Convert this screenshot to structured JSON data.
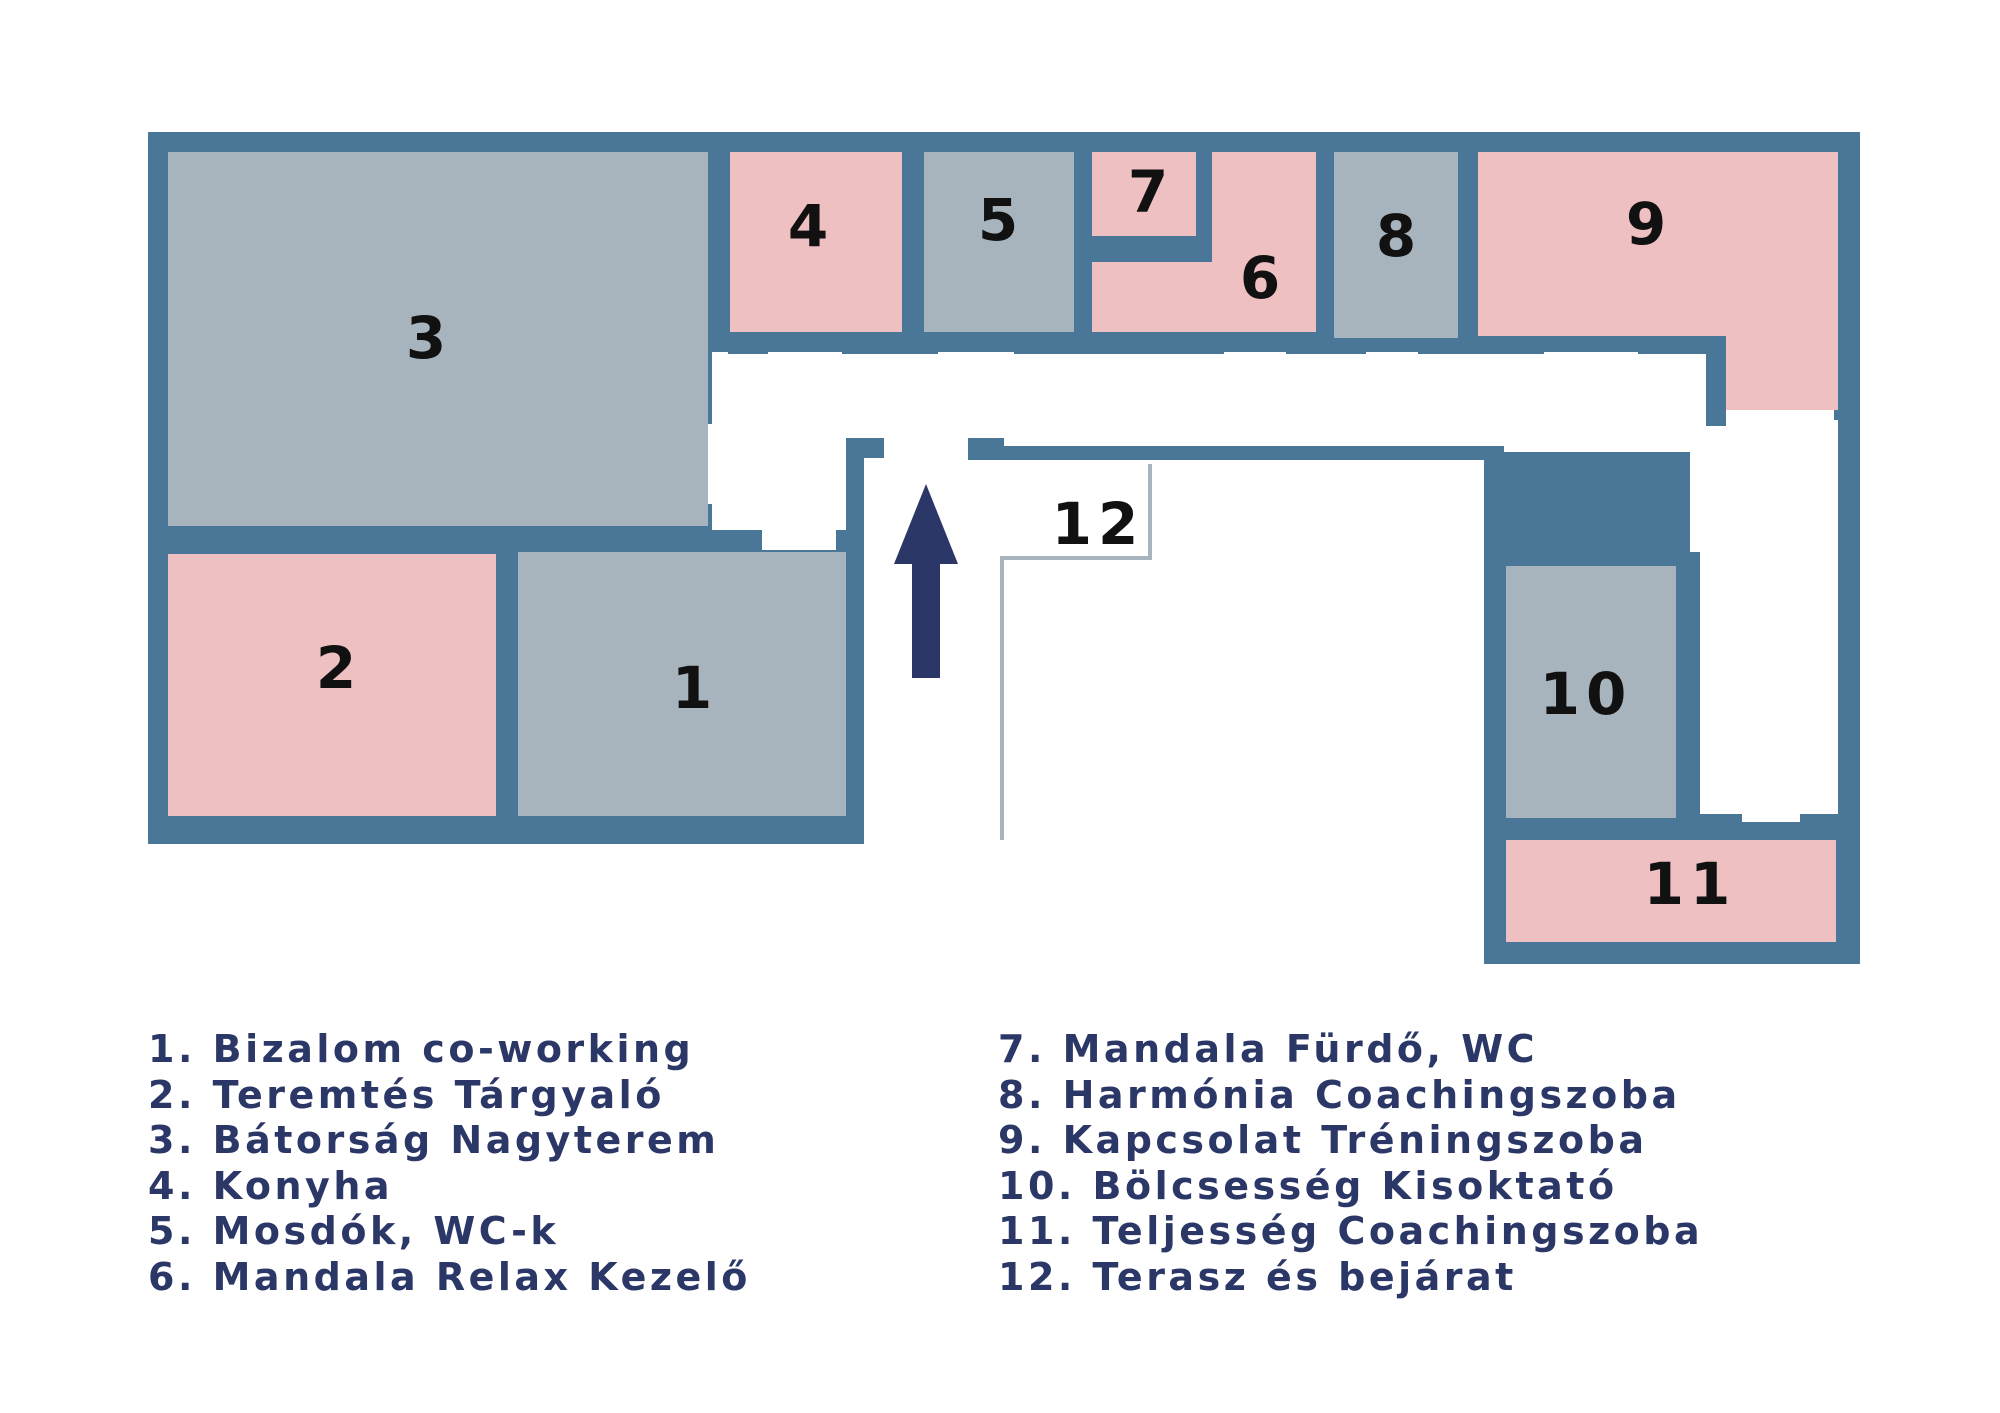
{
  "colors": {
    "wall": "#4a7697",
    "room_gray": "#a8b4bd",
    "room_pink": "#efc0c2",
    "arrow": "#2b3766",
    "legend_text": "#2b3766",
    "room_number": "#111111",
    "terrace_line": "#a8b4bd"
  },
  "rooms": [
    {
      "number": "1",
      "color": "gray"
    },
    {
      "number": "2",
      "color": "pink"
    },
    {
      "number": "3",
      "color": "gray"
    },
    {
      "number": "4",
      "color": "pink"
    },
    {
      "number": "5",
      "color": "gray"
    },
    {
      "number": "6",
      "color": "pink"
    },
    {
      "number": "7",
      "color": "pink"
    },
    {
      "number": "8",
      "color": "gray"
    },
    {
      "number": "9",
      "color": "pink"
    },
    {
      "number": "10",
      "color": "gray"
    },
    {
      "number": "11",
      "color": "pink"
    },
    {
      "number": "12",
      "color": "none"
    }
  ],
  "entrance_arrow": "up-arrow-icon",
  "legend": {
    "left": [
      "1. Bizalom co-working",
      "2. Teremtés Tárgyaló",
      "3. Bátorság Nagyterem",
      "4. Konyha",
      "5. Mosdók, WC-k",
      "6. Mandala Relax Kezelő"
    ],
    "right": [
      "7. Mandala Fürdő, WC",
      "8. Harmónia Coachingszoba",
      "9. Kapcsolat Tréningszoba",
      "10. Bölcsesség Kisoktató",
      "11. Teljesség Coachingszoba",
      "12. Terasz és bejárat"
    ]
  }
}
